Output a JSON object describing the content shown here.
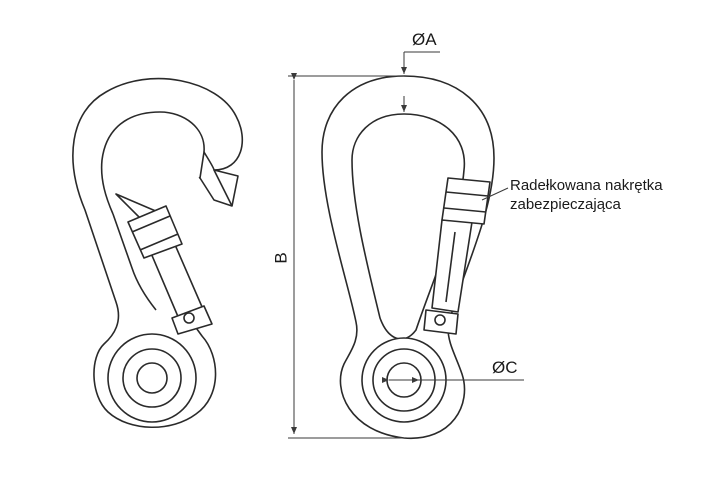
{
  "labels": {
    "diameter_a": "ØA",
    "height_b": "B",
    "diameter_c": "ØC"
  },
  "annotation": {
    "line1": "Radełkowana nakrętka",
    "line2": "zabezpieczająca"
  },
  "colors": {
    "stroke": "#2a2a2a",
    "dimension": "#3a3a3a",
    "fill": "#ffffff"
  }
}
